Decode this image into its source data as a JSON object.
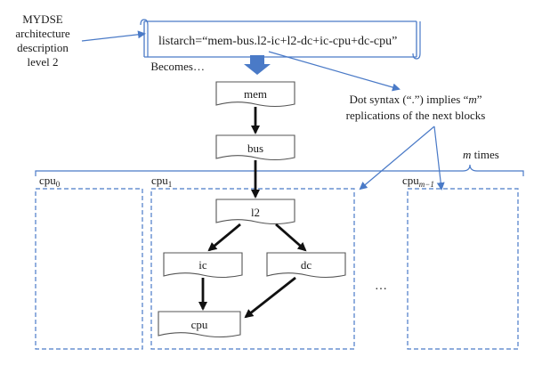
{
  "side_label": {
    "lines": [
      "MYDSE",
      "architecture",
      "description",
      "level 2"
    ]
  },
  "scroll": {
    "text": "listarch=“mem-bus.l2-ic+l2-dc+ic-cpu+dc-cpu”"
  },
  "becomes_label": "Becomes…",
  "dot_note": {
    "line1_pre": "Dot syntax (“.”) implies “",
    "line1_var": "m",
    "line1_post": "”",
    "line2": "replications of the next blocks"
  },
  "m_times": {
    "var": "m",
    "text": " times"
  },
  "blocks": {
    "mem": "mem",
    "bus": "bus",
    "l2": "l2",
    "ic": "ic",
    "dc": "dc",
    "cpu": "cpu"
  },
  "cpu_groups": {
    "g0": {
      "base": "cpu",
      "sub": "0"
    },
    "g1": {
      "base": "cpu",
      "sub": "1"
    },
    "gm": {
      "base": "cpu",
      "sub": "m−1"
    }
  },
  "ellipsis": "…",
  "colors": {
    "accent": "#4a7ac7",
    "block_border": "#555555",
    "arrow_dark": "#111111"
  }
}
